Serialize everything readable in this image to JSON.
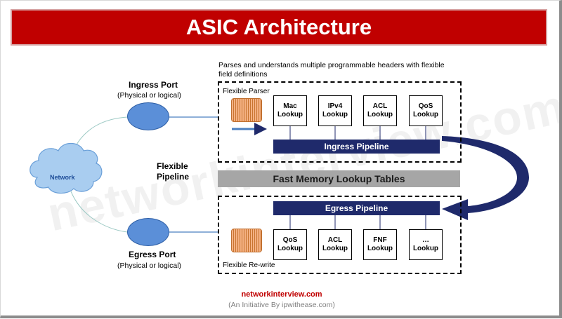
{
  "title": "ASIC Architecture",
  "parser_note": [
    "Parses and understands multiple programmable headers with flexible",
    "field definitions"
  ],
  "ingress_port": {
    "title": "Ingress Port",
    "subtitle": "(Physical or logical)"
  },
  "egress_port": {
    "title": "Egress Port",
    "subtitle": "(Physical or logical)"
  },
  "network_label": "Network",
  "flexible_pipeline": [
    "Flexible",
    "Pipeline"
  ],
  "flexible_parser": "Flexible Parser",
  "flexible_rewrite": "Flexible Re-write",
  "ingress_lookups": [
    {
      "l1": "Mac",
      "l2": "Lookup"
    },
    {
      "l1": "IPv4",
      "l2": "Lookup"
    },
    {
      "l1": "ACL",
      "l2": "Lookup"
    },
    {
      "l1": "QoS",
      "l2": "Lookup"
    }
  ],
  "egress_lookups": [
    {
      "l1": "QoS",
      "l2": "Lookup"
    },
    {
      "l1": "ACL",
      "l2": "Lookup"
    },
    {
      "l1": "FNF",
      "l2": "Lookup"
    },
    {
      "l1": "…",
      "l2": "Lookup"
    }
  ],
  "ingress_pipeline": "Ingress Pipeline",
  "egress_pipeline": "Egress Pipeline",
  "fast_memory": "Fast Memory Lookup Tables",
  "watermark": "networkinterview.com",
  "footer": {
    "site": "networkinterview.com",
    "sub": "(An Initiative By ipwithease.com)"
  },
  "colors": {
    "title_bg": "#c00000",
    "pipeline": "#1f2a6b",
    "memory": "#a6a6a6",
    "port": "#5b8fd8",
    "cloud": "#a9cdf0",
    "footer_site": "#c00000"
  }
}
